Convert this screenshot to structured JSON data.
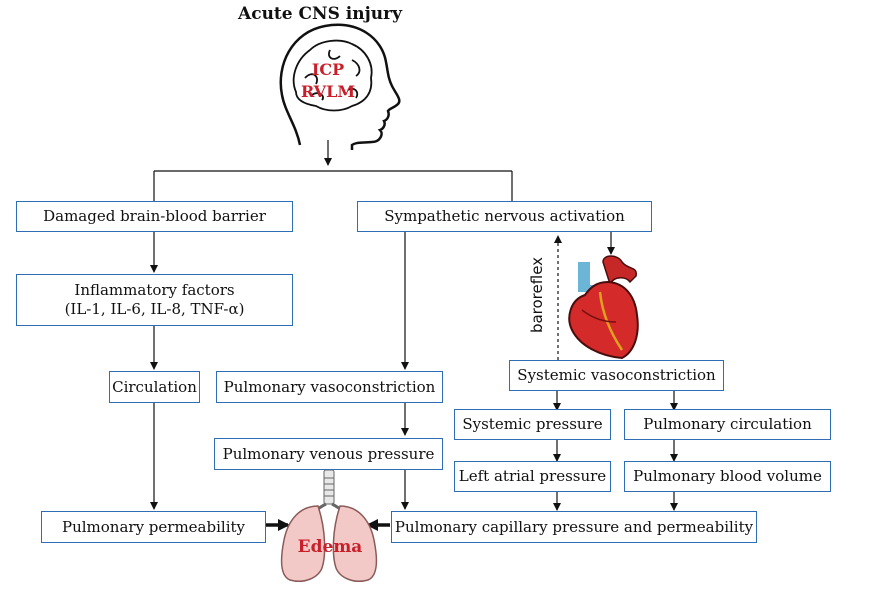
{
  "title": "Acute CNS injury",
  "brain": {
    "line1": "ICP",
    "line2": "RVLM"
  },
  "boxes": {
    "bbb": "Damaged brain-blood barrier",
    "sympathetic": "Sympathetic nervous activation",
    "inflammatory_1": "Inflammatory factors",
    "inflammatory_2": "(IL-1, IL-6, IL-8, TNF-α)",
    "circulation": "Circulation",
    "pulm_vasoconstriction": "Pulmonary vasoconstriction",
    "systemic_vasoconstriction": "Systemic vasoconstriction",
    "systemic_pressure": "Systemic pressure",
    "pulm_circulation": "Pulmonary  circulation",
    "pulm_venous": "Pulmonary venous pressure",
    "left_atrial": "Left atrial pressure",
    "pulm_blood_volume": "Pulmonary blood volume",
    "pulm_permeability": "Pulmonary permeability",
    "pulm_capillary": "Pulmonary capillary pressure and permeability"
  },
  "baroreflex": "baroreflex",
  "edema": "Edema",
  "colors": {
    "box_border": "#2f6db5",
    "accent_red": "#c8202a",
    "heart": "#d42a2a",
    "lungs": "#f2c9c6"
  }
}
